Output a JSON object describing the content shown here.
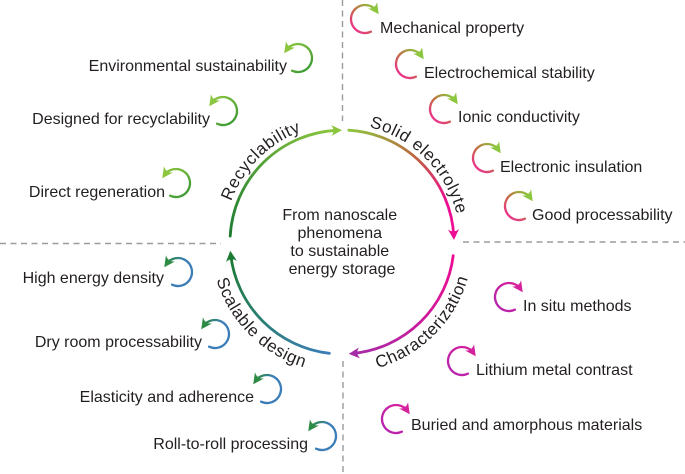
{
  "center_text": {
    "lines": [
      "From nanoscale",
      "phenomena",
      "to sustainable",
      "energy storage"
    ]
  },
  "quadrants": [
    {
      "name": "recyclability",
      "label": "Recyclability",
      "items": [
        "Environmental sustainability",
        "Designed for recyclability",
        "Direct regeneration"
      ]
    },
    {
      "name": "solid_electrolyte",
      "label": "Solid electrolyte",
      "items": [
        "Mechanical property",
        "Electrochemical stability",
        "Ionic conductivity",
        "Electronic insulation",
        "Good processability"
      ]
    },
    {
      "name": "characterization",
      "label": "Characterization",
      "items": [
        "In situ methods",
        "Lithium metal contrast",
        "Buried and amorphous materials"
      ]
    },
    {
      "name": "scalable_design",
      "label": "Scalable design",
      "items": [
        "High energy density",
        "Dry room processability",
        "Elasticity and adherence",
        "Roll-to-roll processing"
      ]
    }
  ],
  "icons": {
    "item_icon": "cycle-arrow-icon",
    "flow_icon": "arrowhead-icon"
  },
  "colors": {
    "text": "#231f20",
    "divider": "#9b9b9b",
    "yellow_green": "#8cc63e",
    "dark_green": "#1b7a31",
    "mid_green": "#3f9b35",
    "arrow_green": "#2e8b45",
    "pink": "#ec0d92",
    "pink_light": "#ee2e92",
    "magenta": "#d6219c",
    "violet": "#b524ae",
    "purple": "#a62ba8",
    "blue": "#3b7db6",
    "teal": "#2a7f70",
    "orange": "#c0603f",
    "coral": "#c56a45"
  }
}
